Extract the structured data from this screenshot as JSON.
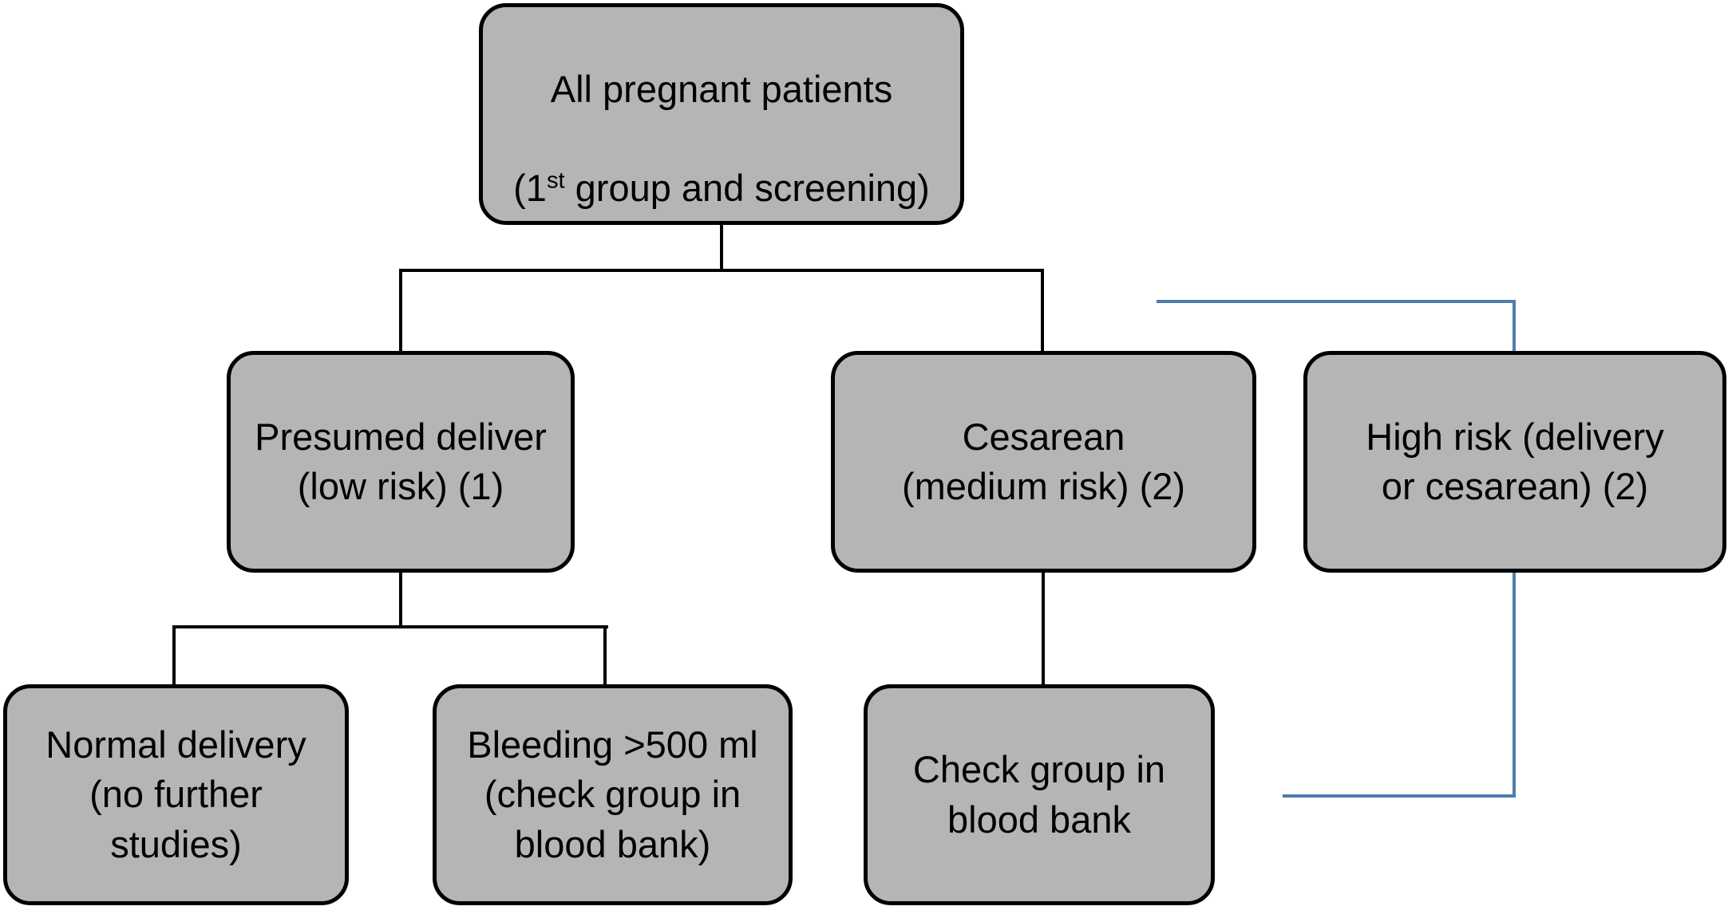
{
  "colors": {
    "node_fill": "#b5b5b5",
    "node_border": "#000000",
    "line_black": "#000000",
    "line_blue": "#4f7dad"
  },
  "nodes": {
    "root": {
      "line1": "All pregnant patients",
      "line2_pre": "(1",
      "line2_sup": "st",
      "line2_post": " group and screening)"
    },
    "presumed": {
      "label": "Presumed deliver\n(low risk) (1)"
    },
    "cesarean": {
      "label": "Cesarean\n(medium risk) (2)"
    },
    "high_risk": {
      "label": "High risk (delivery\nor cesarean) (2)"
    },
    "normal_delivery": {
      "label": "Normal delivery\n(no further\nstudies)"
    },
    "bleeding": {
      "label": "Bleeding >500 ml\n(check group in\nblood bank)"
    },
    "check_group": {
      "label": "Check group in\nblood bank"
    }
  }
}
